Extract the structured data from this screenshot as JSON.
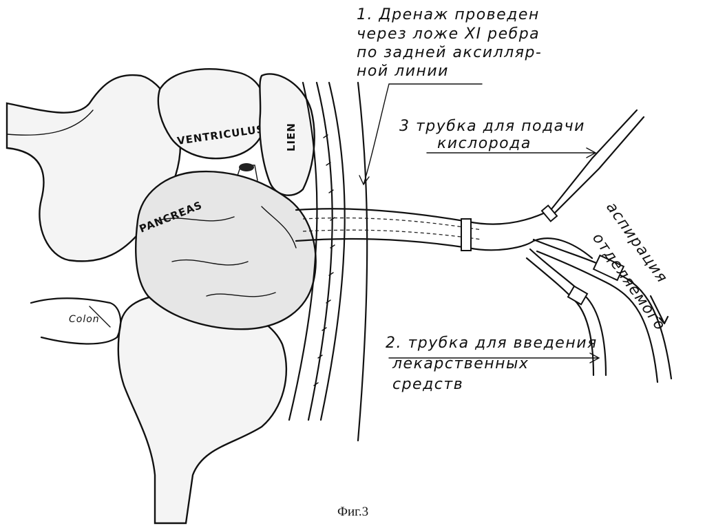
{
  "annotations": {
    "drain_line1": "1. Дренаж проведен",
    "drain_line2": "через ложе XI ребра",
    "drain_line3": "по задней аксилляр-",
    "drain_line4": "ной линии",
    "oxygen_line1": "3 трубка для подачи",
    "oxygen_line2": "кислорода",
    "drug_line1": "2. трубка для введения",
    "drug_line2": "лекарственных",
    "drug_line3": "средств",
    "aspiration_line1": "аспирация",
    "aspiration_line2": "отделяемого"
  },
  "organs": {
    "ventriculus": "VENTRICULUS",
    "lien": "LIEN",
    "pancreas": "PANCREAS",
    "colon": "Colon"
  },
  "caption": "Фиг.3"
}
